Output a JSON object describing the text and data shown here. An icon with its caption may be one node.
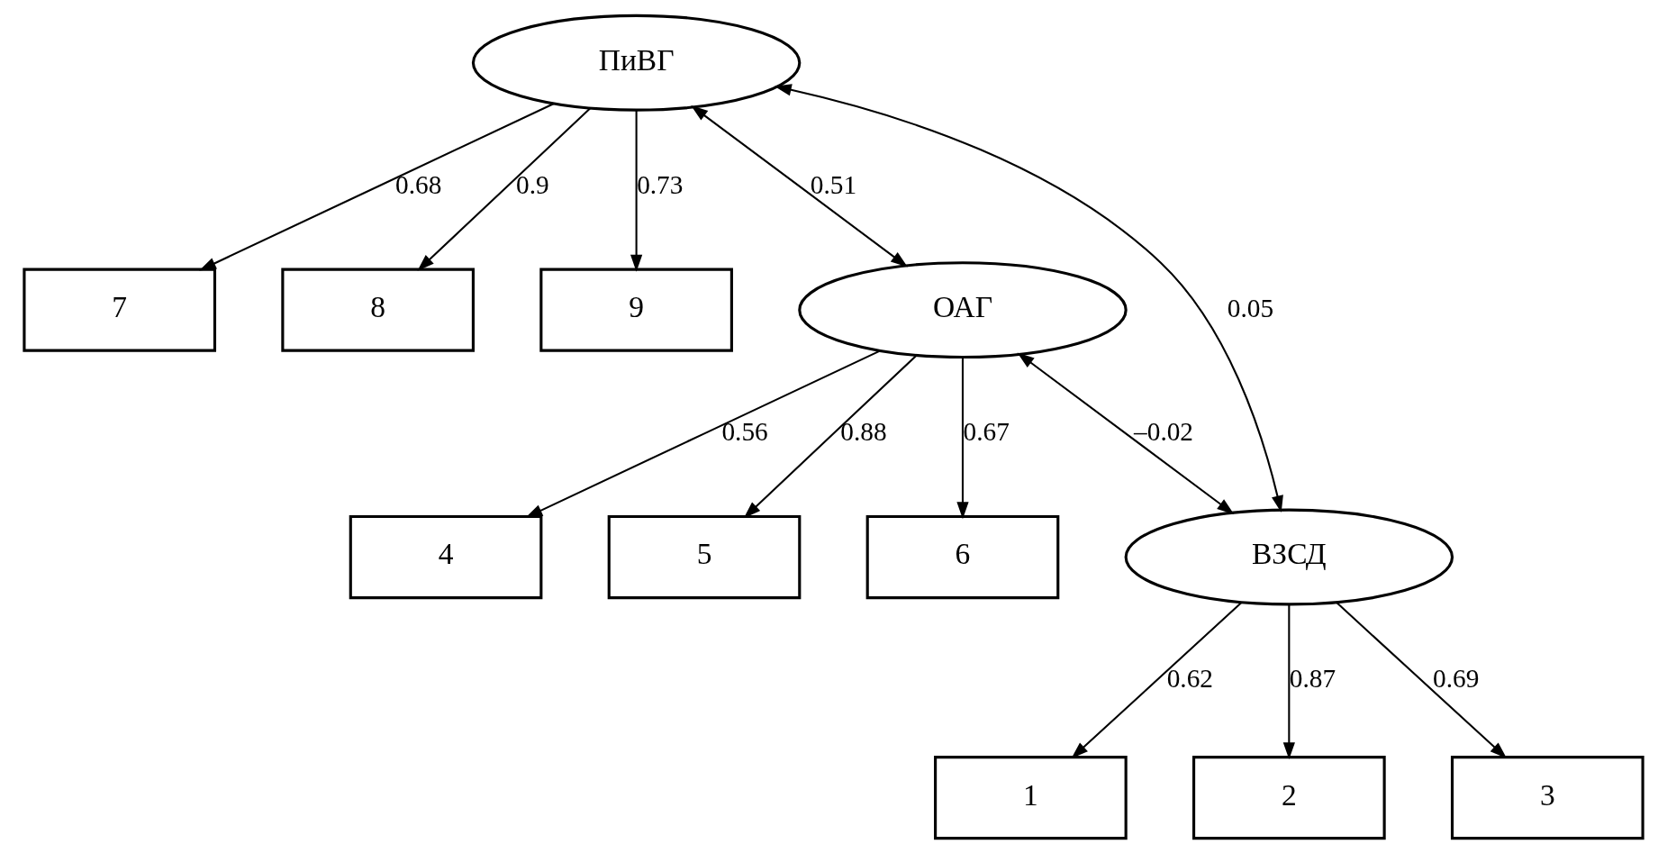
{
  "diagram": {
    "nodes": [
      {
        "text": [
          "ПиВГ"
        ]
      },
      {
        "text": [
          "7"
        ]
      },
      {
        "text": [
          "8"
        ]
      },
      {
        "text": [
          "9"
        ]
      },
      {
        "text": [
          "ОАГ"
        ]
      },
      {
        "text": [
          "ВЗСД"
        ]
      },
      {
        "text": [
          "4"
        ]
      },
      {
        "text": [
          "5"
        ]
      },
      {
        "text": [
          "6"
        ]
      },
      {
        "text": [
          "1"
        ]
      },
      {
        "text": [
          "2"
        ]
      },
      {
        "text": [
          "3"
        ]
      }
    ],
    "edges": [
      {
        "from": 0,
        "to": 1,
        "arrow": "to",
        "label": "0.68"
      },
      {
        "from": 0,
        "to": 2,
        "arrow": "to",
        "label": "0.9"
      },
      {
        "from": 0,
        "to": 3,
        "arrow": "to",
        "label": "0.73"
      },
      {
        "from": 0,
        "to": 4,
        "arrow": "both",
        "label": "0.51"
      },
      {
        "from": 0,
        "to": 5,
        "arrow": "both",
        "label": "0.05"
      },
      {
        "from": 4,
        "to": 5,
        "arrow": "both",
        "label": "–0.02"
      },
      {
        "from": 4,
        "to": 6,
        "arrow": "to",
        "label": "0.56"
      },
      {
        "from": 4,
        "to": 7,
        "arrow": "to",
        "label": "0.88"
      },
      {
        "from": 4,
        "to": 8,
        "arrow": "to",
        "label": "0.67"
      },
      {
        "from": 5,
        "to": 9,
        "arrow": "to",
        "label": "0.62"
      },
      {
        "from": 5,
        "to": 10,
        "arrow": "to",
        "label": "0.87"
      },
      {
        "from": 5,
        "to": 11,
        "arrow": "to",
        "label": "0.69"
      }
    ]
  }
}
